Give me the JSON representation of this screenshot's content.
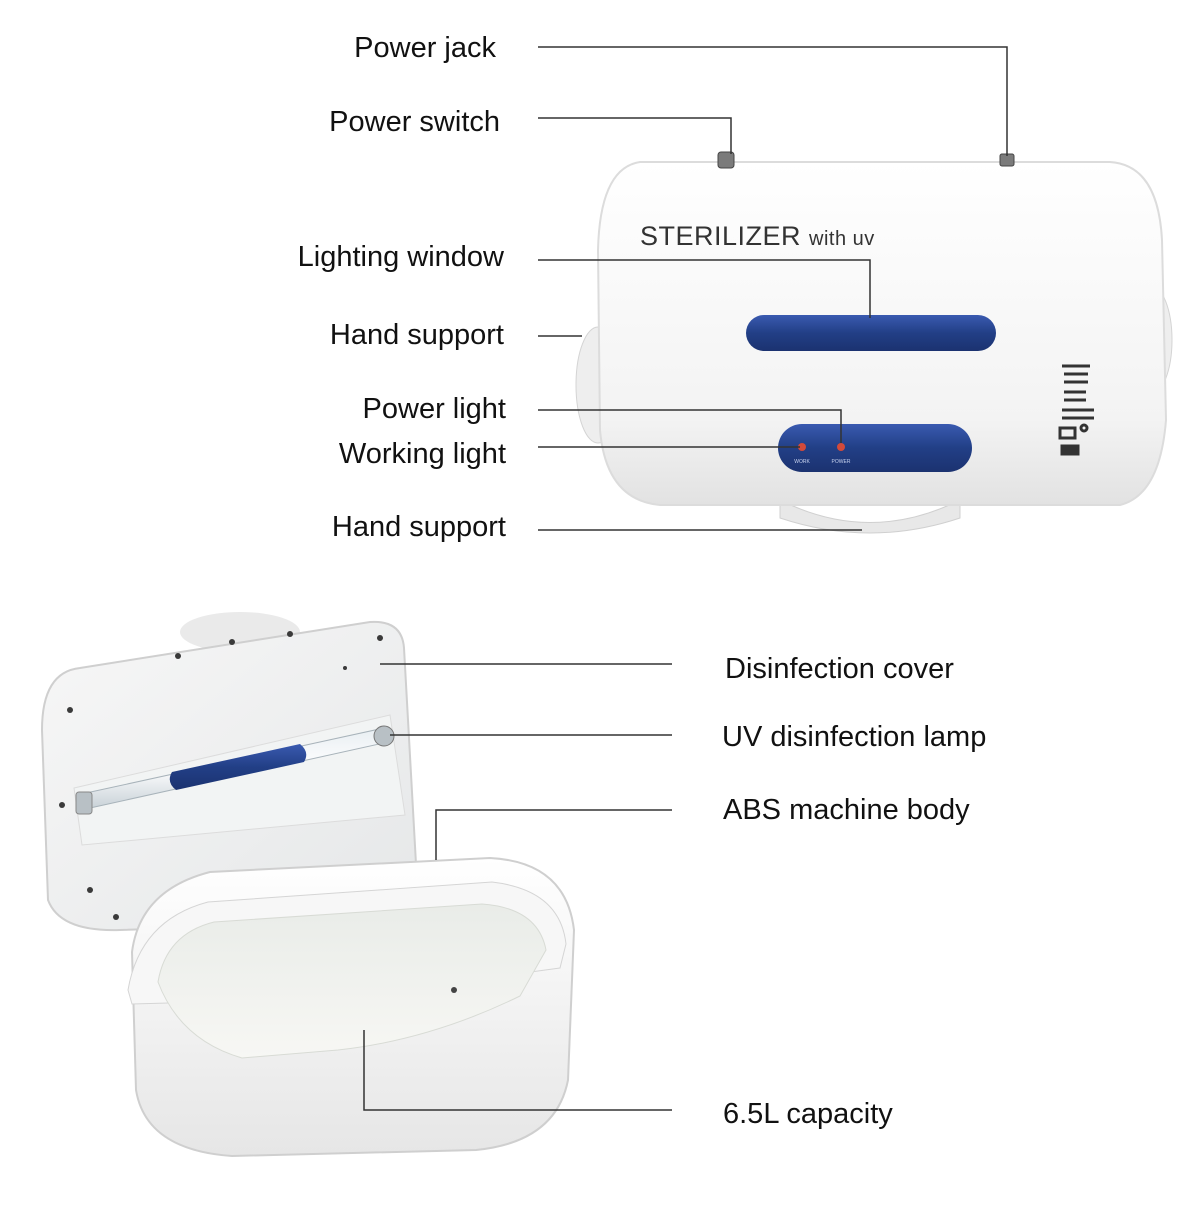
{
  "product_name": "STERILIZER",
  "product_suffix": "with uv",
  "indicator_labels": {
    "work": "WORK",
    "power": "POWER"
  },
  "labels": {
    "power_jack": "Power jack",
    "power_switch": "Power switch",
    "lighting_window": "Lighting window",
    "hand_support_upper": "Hand support",
    "power_light": "Power light",
    "working_light": "Working light",
    "hand_support_lower": "Hand support",
    "disinfection_cover": "Disinfection cover",
    "uv_lamp": "UV disinfection lamp",
    "abs_body": "ABS machine body",
    "capacity": "6.5L capacity"
  },
  "colors": {
    "accent_blue": "#223f86",
    "body_white": "#f4f4f4",
    "leader_line": "#333333"
  },
  "icons": [
    "comb-icon",
    "nail-clipper-icon",
    "brush-icon",
    "tool-icon"
  ]
}
